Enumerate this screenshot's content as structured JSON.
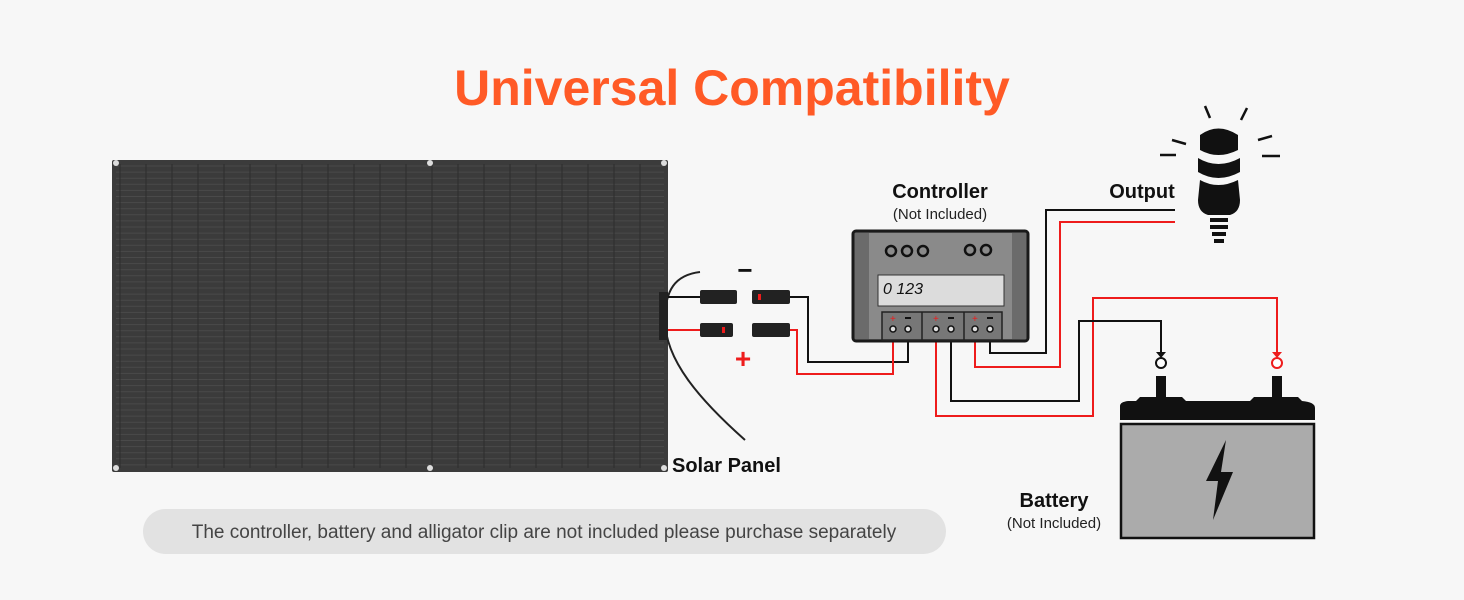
{
  "title": "Universal Compatibility",
  "colors": {
    "accent": "#ff5a26",
    "wire_red": "#ee1c1c",
    "wire_black": "#111111",
    "panel": "#3b3b3b",
    "battery": "#ababab"
  },
  "labels": {
    "solar_panel": "Solar Panel",
    "controller": "Controller",
    "controller_note": "(Not Included)",
    "output": "Output",
    "battery": "Battery",
    "battery_note": "(Not Included)",
    "minus": "−",
    "plus": "+",
    "lcd": "0 123"
  },
  "note": "The controller, battery and alligator clip are not included please purchase separately"
}
